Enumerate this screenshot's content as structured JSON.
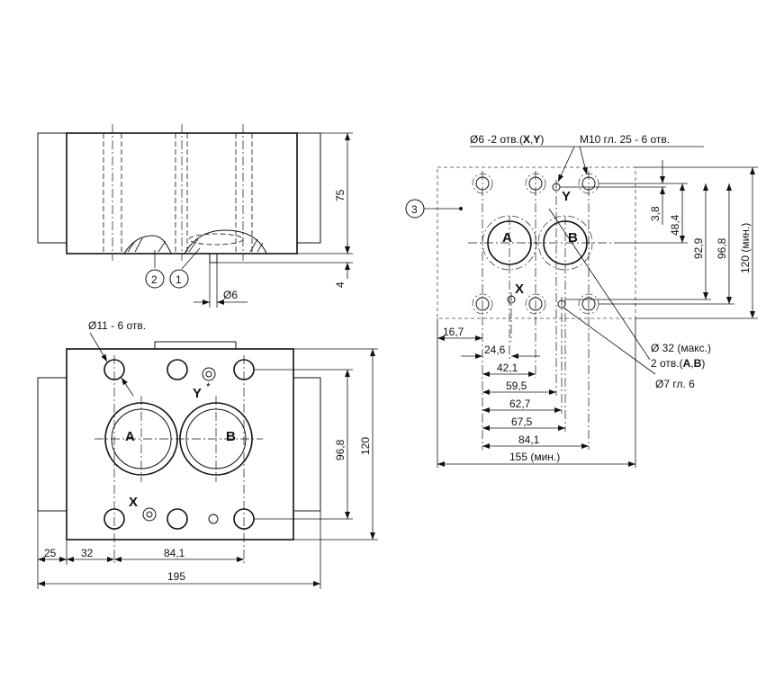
{
  "labels": {
    "side_dim_height": "75",
    "side_dim_depth": "4",
    "side_dim_hole": "Ø6",
    "callout_1": "1",
    "callout_2": "2",
    "callout_3": "3",
    "front_hole_note": "Ø11 - 6 отв.",
    "front_port_a": "A",
    "front_port_b": "B",
    "front_port_x": "X",
    "front_port_y": "Y",
    "front_port_y_star": "*",
    "front_dim_96_8": "96,8",
    "front_dim_120": "120",
    "front_dim_25": "25",
    "front_dim_32": "32",
    "front_dim_84_1": "84,1",
    "front_dim_195": "195",
    "pattern_note_pins_prefix": "Ø6 -2 отв.(",
    "pattern_note_pins_x": "X",
    "pattern_note_pins_comma": ",",
    "pattern_note_pins_y": "Y",
    "pattern_note_pins_suffix": ")",
    "pattern_note_threads": "M10 гл. 25 - 6 отв.",
    "pattern_port_a": "A",
    "pattern_port_b": "B",
    "pattern_port_x": "X",
    "pattern_port_y": "Y",
    "pattern_dim_3_8": "3,8",
    "pattern_dim_48_4": "48,4",
    "pattern_dim_92_9": "92,9",
    "pattern_dim_96_8": "96,8",
    "pattern_dim_120_min": "120 (мин.)",
    "pattern_dim_16_7": "16,7",
    "pattern_dim_24_6": "24,6",
    "pattern_dim_42_1": "42,1",
    "pattern_dim_59_5": "59,5",
    "pattern_dim_62_7": "62,7",
    "pattern_dim_67_5": "67,5",
    "pattern_dim_84_1": "84,1",
    "pattern_dim_155_min": "155 (мин.)",
    "pattern_note_ports_line1": "Ø 32 (макс.)",
    "pattern_note_ports_line2_prefix": "2 отв.(",
    "pattern_note_ports_line2_a": "A",
    "pattern_note_ports_line2_comma": ",",
    "pattern_note_ports_line2_b": "B",
    "pattern_note_ports_line2_suffix": ")",
    "pattern_note_drill": "Ø7 гл. 6"
  }
}
